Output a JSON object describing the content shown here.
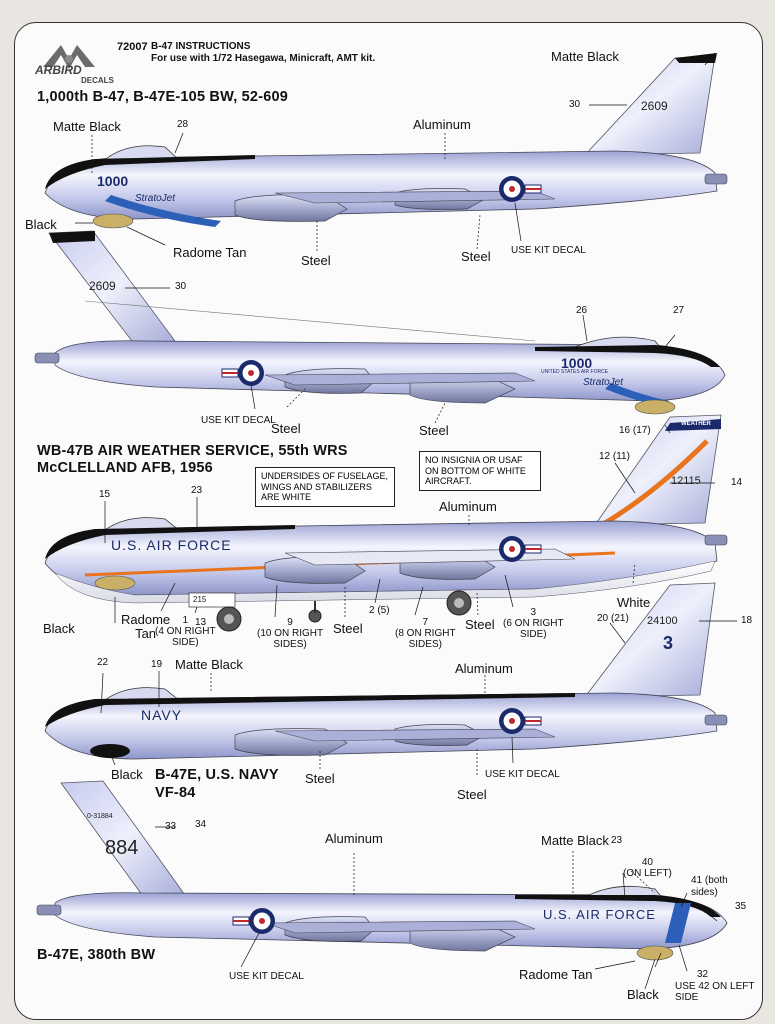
{
  "header": {
    "code": "72007",
    "title": "B-47  INSTRUCTIONS",
    "subtitle": "For use with 1/72 Hasegawa, Minicraft, AMT kit.",
    "logo_text": "ARBIRD",
    "logo_sub": "DECALS"
  },
  "profile1": {
    "heading": "1,000th B-47, B-47E-105 BW, 52-609",
    "tail_number": "2609",
    "nose_art": "1000",
    "nose_script": "StratoJet",
    "labels": {
      "matte_black_tail": "Matte Black",
      "matte_black_nose": "Matte Black",
      "aluminum": "Aluminum",
      "black": "Black",
      "radome_tan": "Radome Tan",
      "steel_a": "Steel",
      "steel_b": "Steel",
      "use_kit_decal": "USE KIT DECAL"
    },
    "callouts": {
      "n28": "28",
      "n30": "30"
    }
  },
  "profile2": {
    "tail_number": "2609",
    "nose_art": "1000",
    "nose_script": "StratoJet",
    "nose_small": "UNITED STATES AIR FORCE",
    "labels": {
      "use_kit_decal": "USE KIT DECAL",
      "steel_a": "Steel",
      "steel_b": "Steel"
    },
    "callouts": {
      "n30": "30",
      "n26": "26",
      "n27": "27"
    }
  },
  "profile3": {
    "heading_line1": "WB-47B AIR WEATHER SERVICE, 55th WRS",
    "heading_line2": "McCLELLAND AFB, 1956",
    "note1": "UNDERSIDES OF FUSELAGE,\nWINGS AND STABILIZERS\nARE WHITE",
    "note2": "NO INSIGNIA OR USAF\nON BOTTOM OF WHITE\nAIRCRAFT.",
    "fuselage_text": "U.S. AIR FORCE",
    "tail_number": "12115",
    "tail_band_text": "WEATHER",
    "gear_text": "215",
    "labels": {
      "aluminum": "Aluminum",
      "black": "Black",
      "radome_tan": "Radome\nTan",
      "white": "White",
      "steel_a": "Steel",
      "steel_b": "Steel"
    },
    "callouts": {
      "n15": "15",
      "n23": "23",
      "n16": "16 (17)",
      "n12": "12 (11)",
      "n14": "14",
      "n1": "1\n(4 ON RIGHT\nSIDE)",
      "n13": "13",
      "n9": "9\n(10 ON RIGHT\nSIDES)",
      "n2": "2 (5)",
      "n7": "7\n(8 ON RIGHT\nSIDES)",
      "n3": "3\n(6 ON RIGHT\nSIDE)"
    }
  },
  "profile4": {
    "heading_line1": "B-47E, U.S. NAVY",
    "heading_line2": "VF-84",
    "fuselage_text": "NAVY",
    "tail_number": "24100",
    "tail_big": "3",
    "labels": {
      "matte_black": "Matte Black",
      "aluminum": "Aluminum",
      "black": "Black",
      "steel_a": "Steel",
      "steel_b": "Steel",
      "use_kit_decal": "USE KIT DECAL"
    },
    "callouts": {
      "n22": "22",
      "n19": "19",
      "n20": "20",
      "n21": "(21)",
      "n18": "18"
    }
  },
  "profile5": {
    "heading": "B-47E, 380th BW",
    "fuselage_text": "U.S. AIR FORCE",
    "tail_serial": "0-31884",
    "tail_big": "884",
    "labels": {
      "aluminum": "Aluminum",
      "matte_black": "Matte Black",
      "radome_tan": "Radome Tan",
      "black": "Black",
      "use_kit_decal": "USE KIT DECAL"
    },
    "callouts": {
      "n23": "23",
      "n33": "33",
      "n34": "34",
      "n40": "40\n(ON LEFT)",
      "n41": "41 (both\nsides)",
      "n35": "35",
      "n32": "32",
      "n42": "USE 42 ON LEFT\nSIDE"
    }
  },
  "colors": {
    "aluminum_light": "#eef0fb",
    "aluminum_mid": "#bcc2e6",
    "aluminum_dark": "#8a92c6",
    "matte_black": "#111111",
    "radome_tan": "#c9b066",
    "weather_orange": "#e8741e",
    "insignia_blue": "#1b2a6b",
    "insignia_red": "#c0262d",
    "nose_blue": "#2c5fb8"
  }
}
